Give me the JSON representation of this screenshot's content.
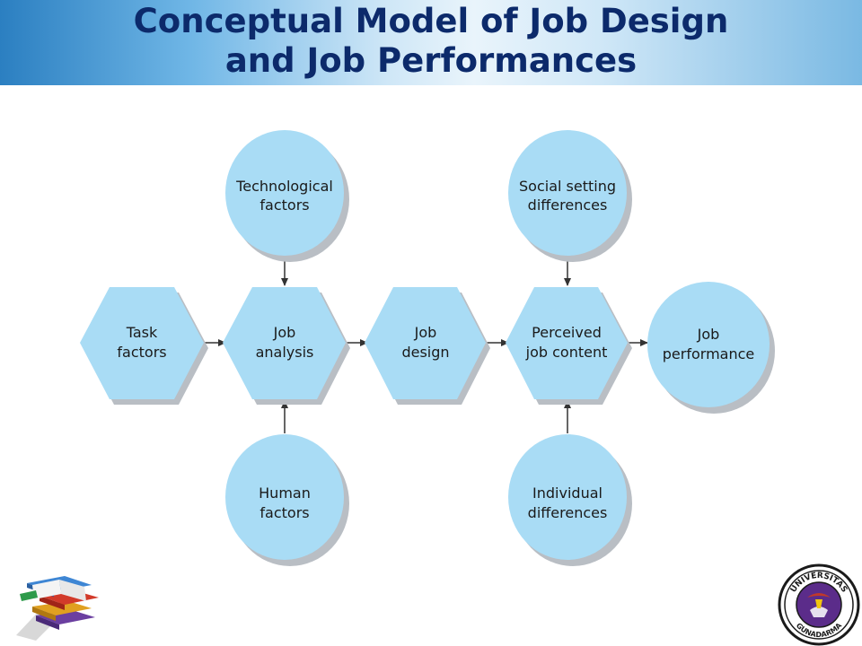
{
  "title": {
    "line1": "Conceptual Model of Job Design",
    "line2": "and Job Performances"
  },
  "nodes": {
    "technological": {
      "line1": "Technological",
      "line2": "factors"
    },
    "social": {
      "line1": "Social setting",
      "line2": "differences"
    },
    "task": {
      "line1": "Task",
      "line2": "factors"
    },
    "analysis": {
      "line1": "Job",
      "line2": "analysis"
    },
    "design": {
      "line1": "Job",
      "line2": "design"
    },
    "perceived": {
      "line1": "Perceived",
      "line2": "job content"
    },
    "performance": {
      "line1": "Job",
      "line2": "performance"
    },
    "human": {
      "line1": "Human",
      "line2": "factors"
    },
    "individual": {
      "line1": "Individual",
      "line2": "differences"
    }
  },
  "seal": {
    "top_text": "UNIVERSITAS",
    "bottom_text": "GUNADARMA"
  },
  "colors": {
    "node_fill": "#a9dcf5",
    "node_shadow": "#b9bec4",
    "title": "#0c2a6b",
    "arrow": "#333333"
  },
  "icons": {
    "books": "books-stack-logo",
    "seal": "university-seal-logo"
  }
}
